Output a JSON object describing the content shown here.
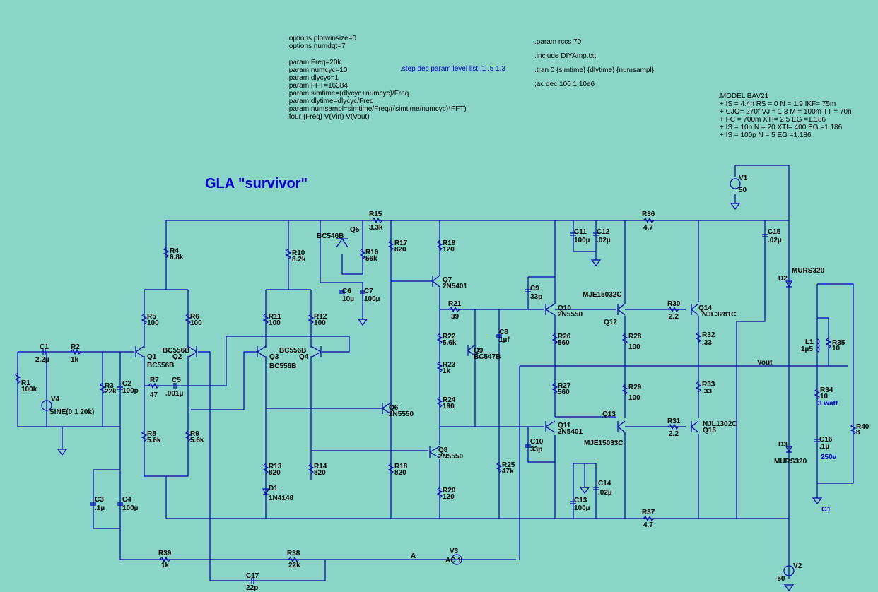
{
  "title": "GLA \"survivor\"",
  "directives": {
    "block1": [
      ".options plotwinsize=0",
      ".options numdgt=7"
    ],
    "block2": [
      ".param Freq=20k",
      ".param numcyc=10",
      ".param dlycyc=1",
      ".param FFT=16384",
      ".param simtime=(dlycyc+numcyc)/Freq",
      ".param dlytime=dlycyc/Freq",
      ".param numsampl=simtime/Freq/((simtime/numcyc)*FFT)",
      ".four {Freq} V(Vin) V(Vout)"
    ],
    "step_comment": ".step dec param level list .1 .5 1.3",
    "right": [
      ".param rccs 70",
      ".include DIYAmp.txt",
      ".tran 0 {simtime} {dlytime} {numsampl}",
      ";ac dec 100 1 10e6"
    ],
    "model": [
      ".MODEL BAV21",
      "+ IS = 4.4n  RS = 0  N  =  1.9 IKF= 75m",
      "+ CJO= 270f VJ = 1.3 M = 100m TT = 70n",
      "+ FC = 700m XTI= 2.5 EG =1.186",
      "+ IS =  10n  N  = 20 XTI= 400 EG =1.186",
      "+ IS = 100p  N  = 5 EG =1.186"
    ]
  },
  "components": {
    "R1": [
      "R1",
      "100k"
    ],
    "R2": [
      "R2",
      "1k"
    ],
    "R3": [
      "R3",
      "22k"
    ],
    "R4": [
      "R4",
      "6.8k"
    ],
    "R5": [
      "R5",
      "100"
    ],
    "R6": [
      "R6",
      "100"
    ],
    "R7": [
      "R7",
      "47"
    ],
    "R8": [
      "R8",
      "5.6k"
    ],
    "R9": [
      "R9",
      "5.6k"
    ],
    "R10": [
      "R10",
      "8.2k"
    ],
    "R11": [
      "R11",
      "100"
    ],
    "R12": [
      "R12",
      "100"
    ],
    "R13": [
      "R13",
      "820"
    ],
    "R14": [
      "R14",
      "820"
    ],
    "R15": [
      "R15",
      "3.3k"
    ],
    "R16": [
      "R16",
      "56k"
    ],
    "R17": [
      "R17",
      "820"
    ],
    "R18": [
      "R18",
      "820"
    ],
    "R19": [
      "R19",
      "120"
    ],
    "R20": [
      "R20",
      "120"
    ],
    "R21": [
      "R21",
      "39"
    ],
    "R22": [
      "R22",
      "5.6k"
    ],
    "R23": [
      "R23",
      "1k"
    ],
    "R24": [
      "R24",
      "190"
    ],
    "R25": [
      "R25",
      "47k"
    ],
    "R26": [
      "R26",
      "560"
    ],
    "R27": [
      "R27",
      "560"
    ],
    "R28": [
      "R28",
      "100"
    ],
    "R29": [
      "R29",
      "100"
    ],
    "R30": [
      "R30",
      "2.2"
    ],
    "R31": [
      "R31",
      "2.2"
    ],
    "R32": [
      "R32",
      ".33"
    ],
    "R33": [
      "R33",
      ".33"
    ],
    "R34": [
      "R34",
      "10"
    ],
    "R35": [
      "R35",
      "10"
    ],
    "R36": [
      "R36",
      "4.7"
    ],
    "R37": [
      "R37",
      "4.7"
    ],
    "R38": [
      "R38",
      "22k"
    ],
    "R39": [
      "R39",
      "1k"
    ],
    "R40": [
      "R40",
      "8"
    ],
    "C1": [
      "C1",
      "2.2µ"
    ],
    "C2": [
      "C2",
      "100p"
    ],
    "C3": [
      "C3",
      ".1µ"
    ],
    "C4": [
      "C4",
      "100µ"
    ],
    "C5": [
      "C5",
      ".001µ"
    ],
    "C6": [
      "C6",
      "10µ"
    ],
    "C7": [
      "C7",
      "100µ"
    ],
    "C8": [
      "C8",
      "1µf"
    ],
    "C9": [
      "C9",
      "33p"
    ],
    "C10": [
      "C10",
      "33p"
    ],
    "C11": [
      "C11",
      "100µ"
    ],
    "C12": [
      "C12",
      ".02µ"
    ],
    "C13": [
      "C13",
      "100µ"
    ],
    "C14": [
      "C14",
      ".02µ"
    ],
    "C15": [
      "C15",
      ".02µ"
    ],
    "C16": [
      "C16",
      ".1µ"
    ],
    "C17": [
      "C17",
      "22p"
    ],
    "L1": [
      "L1",
      "1µ5"
    ],
    "Q1": [
      "Q1",
      "BC556B"
    ],
    "Q2": [
      "Q2",
      "BC556B"
    ],
    "Q3": [
      "Q3",
      "BC556B"
    ],
    "Q4": [
      "Q4",
      "BC556B"
    ],
    "Q5": [
      "Q5",
      "BC546B"
    ],
    "Q6": [
      "Q6",
      "2N5550"
    ],
    "Q7": [
      "Q7",
      "2N5401"
    ],
    "Q8": [
      "Q8",
      "2N5550"
    ],
    "Q9": [
      "Q9",
      "BC547B"
    ],
    "Q10": [
      "Q10",
      "2N5550"
    ],
    "Q11": [
      "Q11",
      "2N5401"
    ],
    "Q12": [
      "Q12",
      "MJE15032C"
    ],
    "Q13": [
      "Q13",
      "MJE15033C"
    ],
    "Q14": [
      "Q14",
      "NJL3281C"
    ],
    "Q15": [
      "Q15",
      "NJL1302C"
    ],
    "D1": [
      "D1",
      "1N4148"
    ],
    "D2": [
      "D2",
      "MURS320"
    ],
    "D3": [
      "D3",
      "MURS320"
    ],
    "V1": [
      "V1",
      "50"
    ],
    "V2": [
      "V2",
      "-50"
    ],
    "V3": [
      "V3",
      "AC 1"
    ],
    "V4": [
      "V4",
      "SINE(0 1 20k)"
    ]
  },
  "notes": {
    "r34_power": "3 watt",
    "c16_voltage": "250v",
    "g1": "G1",
    "vout": "Vout",
    "node_a": "A"
  }
}
